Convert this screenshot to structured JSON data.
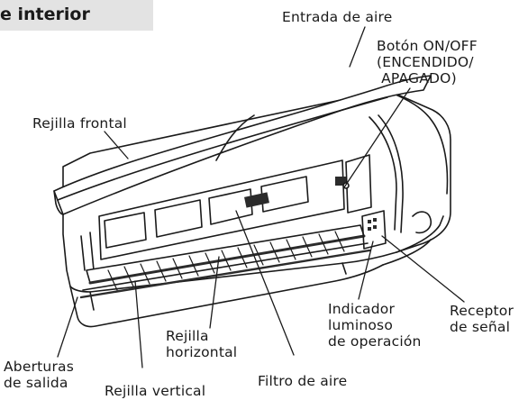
{
  "header": {
    "title": "e interior"
  },
  "labels": {
    "air_inlet": "Entrada de aire",
    "on_off_button": "Botón ON/OFF\n(ENCENDIDO/\n APAGADO)",
    "front_grille": "Rejilla frontal",
    "operation_indicator": "Indicador\nluminoso\nde operación",
    "signal_receiver": "Receptor\nde señal",
    "horizontal_louver": "Rejilla\nhorizontal",
    "outlet_openings": "Aberturas\nde salida",
    "vertical_louver": "Rejilla vertical",
    "air_filter": "Filtro de aire"
  },
  "colors": {
    "line": "#1a1a1a",
    "header_band": "#e3e3e3",
    "louver_dark": "#2b2b2b"
  }
}
